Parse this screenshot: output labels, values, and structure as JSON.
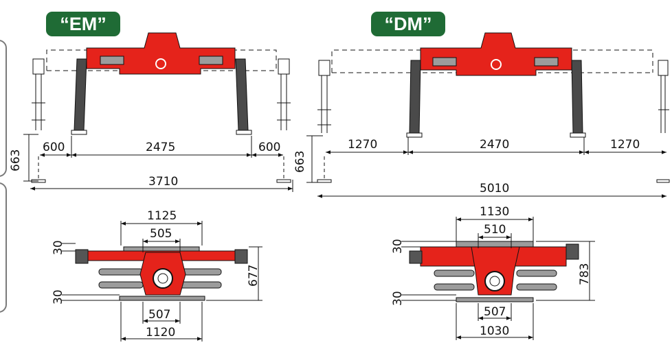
{
  "colors": {
    "badge": "#1f6b35",
    "frame": "#e5231b",
    "leg": "#4a4a4a",
    "line": "#111111"
  },
  "em": {
    "label": "“EM”",
    "front": {
      "w_left": "600",
      "w_center": "2475",
      "w_right": "600",
      "height": "663",
      "total": "3710"
    },
    "top": {
      "w_top": "1125",
      "w_inner_top": "505",
      "side_top": "30",
      "side_bottom": "30",
      "height": "677",
      "w_inner_bottom": "507",
      "w_bottom": "1120"
    }
  },
  "dm": {
    "label": "“DM”",
    "front": {
      "w_left": "1270",
      "w_center": "2470",
      "w_right": "1270",
      "height": "663",
      "total": "5010"
    },
    "top": {
      "w_top": "1130",
      "w_inner_top": "510",
      "side_top": "30",
      "side_bottom": "30",
      "height": "783",
      "w_inner_bottom": "507",
      "w_bottom": "1030"
    }
  }
}
